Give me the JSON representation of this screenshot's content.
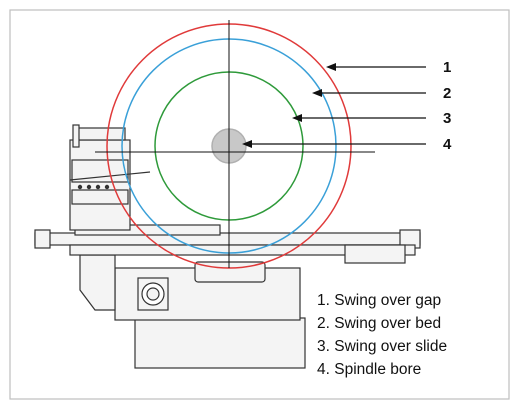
{
  "callouts": [
    {
      "number": "1",
      "color": "#e03a3a"
    },
    {
      "number": "2",
      "color": "#3aa0d8"
    },
    {
      "number": "3",
      "color": "#2e9a3a"
    },
    {
      "number": "4",
      "color": "#c8c8c8"
    }
  ],
  "legend": [
    "1. Swing over gap",
    "2. Swing over bed",
    "3. Swing over slide",
    "4. Spindle bore"
  ],
  "colors": {
    "frame": "#bfbfbf",
    "machine_line": "#333333",
    "machine_fill": "#f4f4f4",
    "arrow": "#111111"
  }
}
